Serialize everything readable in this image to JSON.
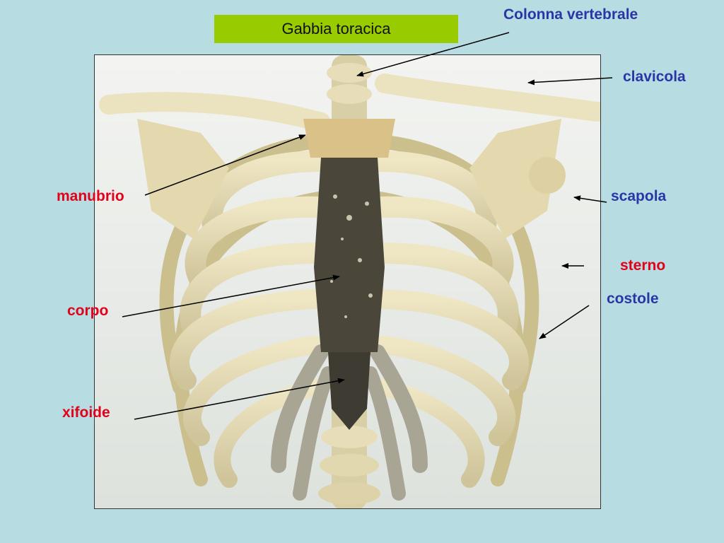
{
  "title": "Gabbia toracica",
  "labels": {
    "colonna": "Colonna vertebrale",
    "clavicola": "clavicola",
    "scapola": "scapola",
    "sterno": "sterno",
    "costole": "costole",
    "manubrio": "manubrio",
    "corpo": "corpo",
    "xifoide": "xifoide"
  },
  "colors": {
    "background": "#b7dde2",
    "title_box": "#99cc00",
    "label_blue": "#2b36a6",
    "label_red": "#e3001b",
    "bone": "#e6dcb3",
    "sternum": "#4a463a"
  }
}
